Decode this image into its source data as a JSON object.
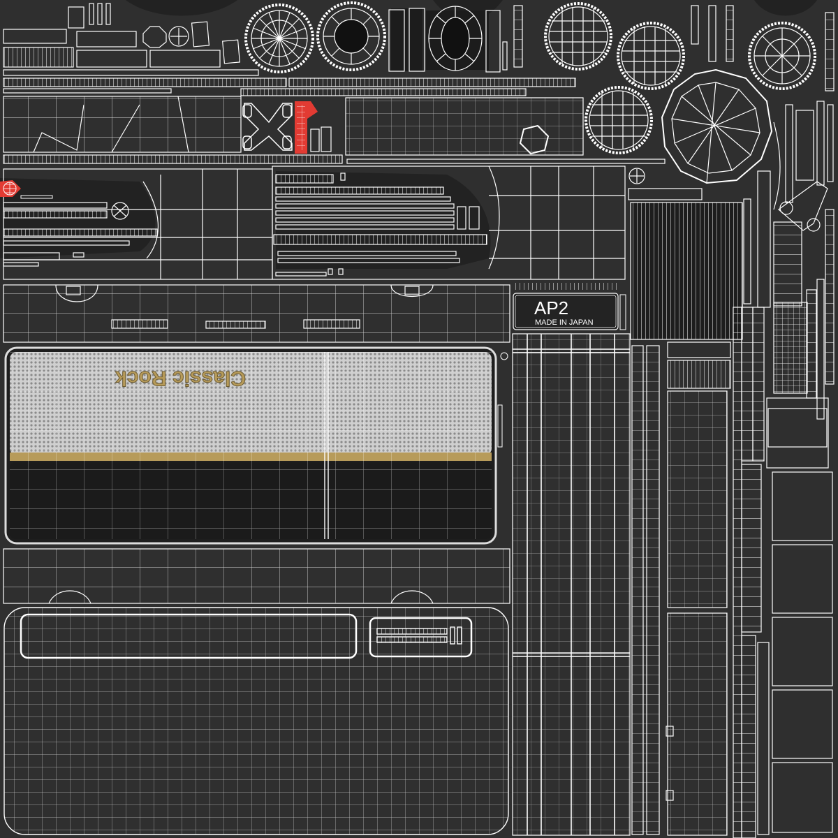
{
  "labels": {
    "model": "AP2",
    "origin": "MADE IN JAPAN",
    "grille_logo": "Classic Rock"
  },
  "colors": {
    "background": "#2f2f2f",
    "island": "#262626",
    "wire": "#ffffff",
    "accent_red": "#e23b33",
    "accent_gold": "#b79b5a",
    "grille_light": "#dcdcdc",
    "grille_dark": "#1e1e1e"
  }
}
